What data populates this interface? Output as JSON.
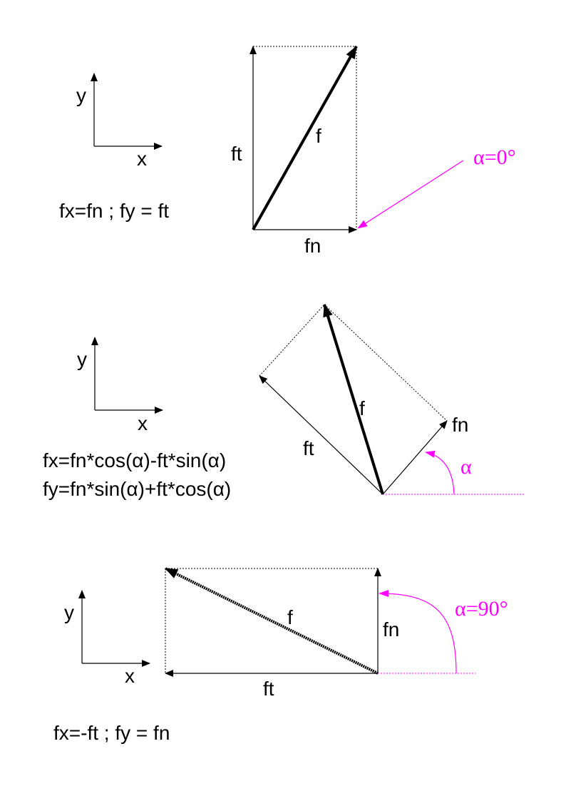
{
  "colors": {
    "ink": "#000000",
    "angle": "#ff00ff"
  },
  "panel_top": {
    "axis_x": "x",
    "axis_y": "y",
    "formula": "fx=fn ; fy = ft",
    "f": "f",
    "ft": "ft",
    "fn": "fn",
    "angle": "α=0°"
  },
  "panel_middle": {
    "axis_x": "x",
    "axis_y": "y",
    "formula_x": "fx=fn*cos(α)-ft*sin(α)",
    "formula_y": "fy=fn*sin(α)+ft*cos(α)",
    "f": "f",
    "ft": "ft",
    "fn": "fn",
    "angle": "α"
  },
  "panel_bottom": {
    "axis_x": "x",
    "axis_y": "y",
    "formula": "fx=-ft ; fy = fn",
    "f": "f",
    "ft": "ft",
    "fn": "fn",
    "angle": "α=90°"
  }
}
